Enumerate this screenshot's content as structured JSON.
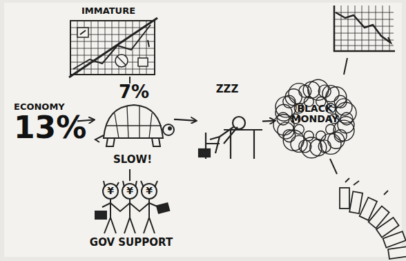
{
  "diagram": {
    "nodes": [
      {
        "text": [
          "ECONOMY",
          "13%"
        ]
      },
      {
        "text": [
          "7%"
        ]
      },
      {
        "text": [
          "ZZZ"
        ]
      },
      {
        "text": [
          "BLACK MONDAY"
        ]
      }
    ],
    "edges": [
      {
        "from": 0,
        "to": 1,
        "arrow": "to"
      },
      {
        "from": 1,
        "to": 2,
        "arrow": "to"
      },
      {
        "from": 2,
        "to": 3,
        "arrow": "to"
      }
    ],
    "labels": [
      "IMMATURE",
      "SLOW!",
      "¥",
      "¥",
      "¥",
      "GOV SUPPORT"
    ]
  }
}
